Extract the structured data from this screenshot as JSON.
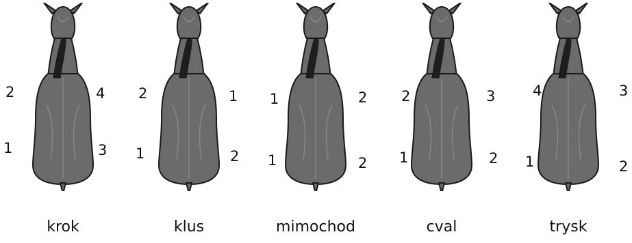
{
  "colors": {
    "body": "#6b6b6b",
    "outline": "#1a1a1a",
    "mane": "#1e1e1e",
    "shade": "#8a8a8a"
  },
  "gaits": [
    {
      "name": "krok",
      "front_left": "2",
      "front_right": "4",
      "hind_left": "1",
      "hind_right": "3"
    },
    {
      "name": "klus",
      "front_left": "2",
      "front_right": "1",
      "hind_left": "1",
      "hind_right": "2"
    },
    {
      "name": "mimochod",
      "front_left": "1",
      "front_right": "2",
      "hind_left": "1",
      "hind_right": "2"
    },
    {
      "name": "cval",
      "front_left": "2",
      "front_right": "3",
      "hind_left": "1",
      "hind_right": "2"
    },
    {
      "name": "trysk",
      "front_left": "4",
      "front_right": "3",
      "hind_left": "1",
      "hind_right": "2"
    }
  ]
}
